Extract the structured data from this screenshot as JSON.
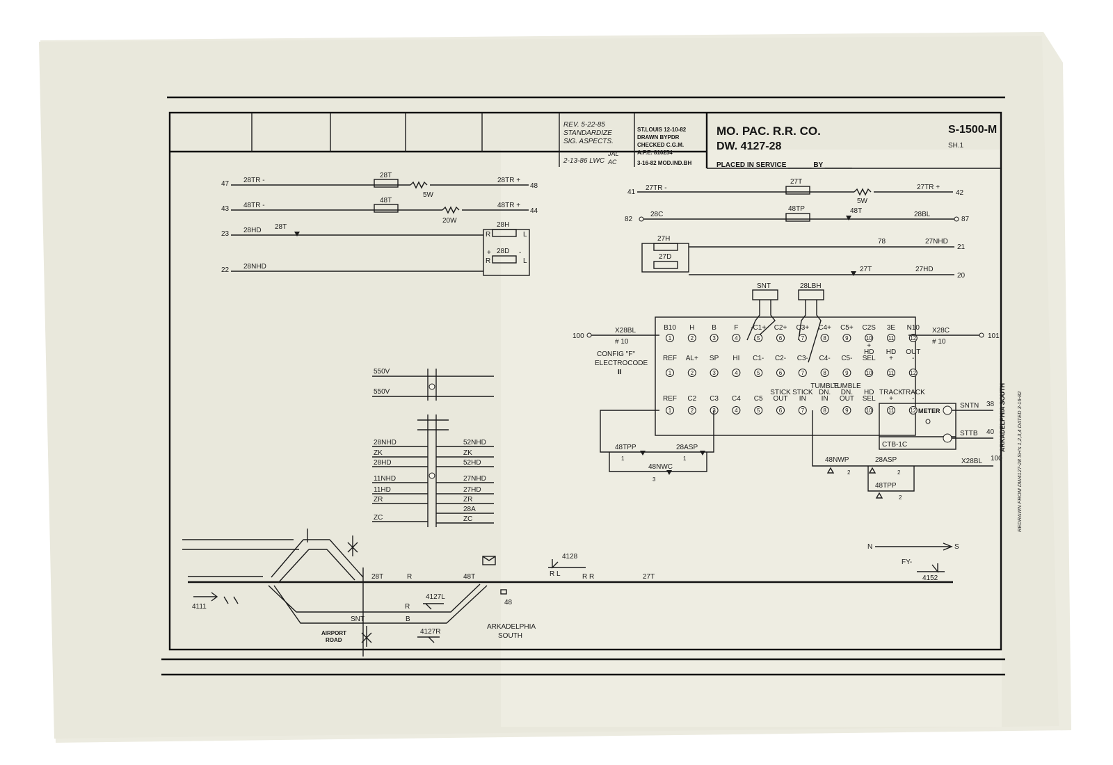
{
  "title_block": {
    "company": "MO. PAC. R.R. CO.",
    "drawing_no": "DW. 4127-28",
    "sheet_code": "S-1500-M",
    "sheet": "SH.1",
    "placed_in_service": "PLACED IN SERVICE ______ BY _______",
    "rev_line1": "REV. 5-22-85",
    "rev_line2": "STANDARDIZE",
    "rev_line3": "SIG. ASPECTS.",
    "rev_date": "2-13-86 LWC",
    "rev_initials": "JAL",
    "rev_initials2": "AC",
    "origin_line1": "ST.LOUIS 12-10-82",
    "origin_line2": "DRAWN BYPDR",
    "origin_line3": "CHECKED C.G.M.",
    "origin_line4": "A.F.E. 810254",
    "mod_line": "3-16-82   MOD.IND.BH"
  },
  "left_circuits": [
    {
      "num_l": "47",
      "label_l": "28TR -",
      "relay": "28T",
      "res": "5W",
      "label_r": "28TR +",
      "num_r": "48"
    },
    {
      "num_l": "43",
      "label_l": "48TR -",
      "relay": "48T",
      "res": "20W",
      "label_r": "48TR +",
      "num_r": "44"
    }
  ],
  "left_misc": {
    "n23": "23",
    "l28hd": "28HD",
    "l28t": "28T",
    "r28h": "28H",
    "rR": "R",
    "rL": "L",
    "r28d": "28D",
    "plus": "+",
    "minus": "-",
    "n22": "22",
    "l28nhd": "28NHD"
  },
  "right_circuits": [
    {
      "num_l": "41",
      "label_l": "27TR -",
      "relay": "27T",
      "res": "5W",
      "label_r": "27TR +",
      "num_r": "42"
    }
  ],
  "right_misc": {
    "n82": "82",
    "l28c": "28C",
    "r48tp": "48TP",
    "c48t": "48T",
    "l28bl": "28BL",
    "n87": "87",
    "r27h": "27H",
    "r27d": "27D",
    "c78": "78",
    "l27nhd": "27NHD",
    "n21": "21",
    "c27t": "27T",
    "l27hd": "27HD",
    "n20": "20",
    "snt": "SNT",
    "b28lbh": "28LBH"
  },
  "electrocode": {
    "row1": [
      "B10",
      "H",
      "B",
      "F",
      "-C1+",
      "C2+",
      "C3+",
      "C4+",
      "C5+",
      "C2S",
      "3E",
      "N10"
    ],
    "row1_nums": [
      "1",
      "2",
      "3",
      "4",
      "5",
      "6",
      "7",
      "8",
      "9",
      "10",
      "11",
      "12"
    ],
    "row2": [
      "REF",
      "AL+",
      "SP",
      "HI",
      "C1-",
      "C2-",
      "C3-",
      "C4-",
      "C5-",
      "+ HD SEL",
      "HD +",
      "OUT -"
    ],
    "row3": [
      "REF",
      "C2",
      "C3",
      "C4",
      "C5",
      "STICK OUT",
      "STICK IN",
      "TUMBLE DN. IN",
      "TUMBLE DN. OUT",
      "HD SEL",
      "TRACK +",
      "TRACK -"
    ],
    "left_in_num": "100",
    "left_in_label": "X28BL",
    "left_hash": "# 10",
    "right_in_num": "101",
    "right_in_label": "X28C",
    "right_hash": "# 10",
    "config1": "CONFIG \"F\"",
    "config2": "ELECTROCODE",
    "config3": "II",
    "meter": "METER",
    "ctb": "CTB-1C",
    "sntn": "SNTN",
    "n38": "38",
    "sttb": "STTB",
    "n40": "40",
    "x28bl": "X28BL",
    "n100": "100",
    "c48tpp": "48TPP",
    "c28asp": "28ASP",
    "c48nwc": "48NWC",
    "c48nwp": "48NWP",
    "c28asp2": "28ASP",
    "c48tpp2": "48TPP",
    "one": "1",
    "two": "2",
    "three": "3"
  },
  "voltage_labels": {
    "v1": "550V",
    "v2": "550V",
    "left": [
      "28NHD",
      "ZK",
      "28HD",
      "11NHD",
      "11HD",
      "ZR",
      "ZC"
    ],
    "right": [
      "52NHD",
      "ZK",
      "52HD",
      "27NHD",
      "27HD",
      "ZR",
      "28A",
      "ZC"
    ]
  },
  "track_plan": {
    "t28t": "28T",
    "r1": "R",
    "t48t": "48T",
    "rr": "R R",
    "t27t": "27T",
    "s4127l": "4127L",
    "r2": "R",
    "snt": "SNT",
    "b": "B",
    "s4127r": "4127R",
    "s48": "48",
    "s4111": "4111",
    "airport1": "AIRPORT",
    "airport2": "ROAD",
    "ark1": "ARKADELPHIA",
    "ark2": "SOUTH",
    "s4128": "4128",
    "rl": "R L",
    "north": "N",
    "south": "S",
    "fy": "FY-",
    "s4152": "4152"
  },
  "side_text": {
    "location": "ARKADELPHIA SOUTH",
    "redrawn": "REDRAWN FROM DW4127-28 SH's 1,2,3,4 DATED 3-16-82"
  }
}
